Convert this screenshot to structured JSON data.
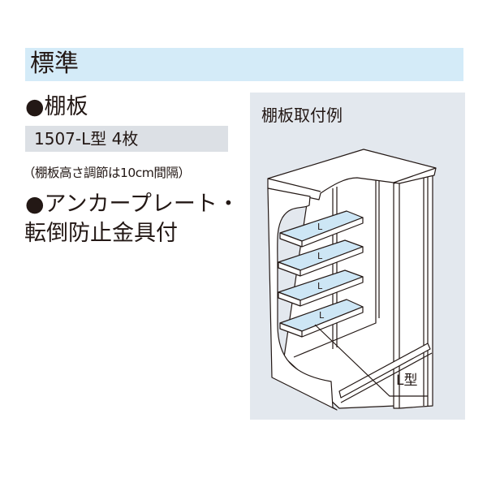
{
  "header": {
    "title": "標準"
  },
  "sections": {
    "shelf_heading": "●棚板",
    "shelf_spec": "1507-L型 4枚",
    "shelf_note": "（棚板高さ調節は10cm間隔）",
    "anchor_heading_line1": "●アンカープレート・",
    "anchor_heading_line2": "転倒防止金具付"
  },
  "illustration": {
    "title": "棚板取付例",
    "shelf_labels": [
      "L",
      "L",
      "L",
      "L"
    ],
    "callout": "L型"
  },
  "colors": {
    "title_bar": "#d4ebf8",
    "spec_box": "#dce0e5",
    "panel": "#e3e8ee",
    "shelf": "#cde6f5"
  }
}
